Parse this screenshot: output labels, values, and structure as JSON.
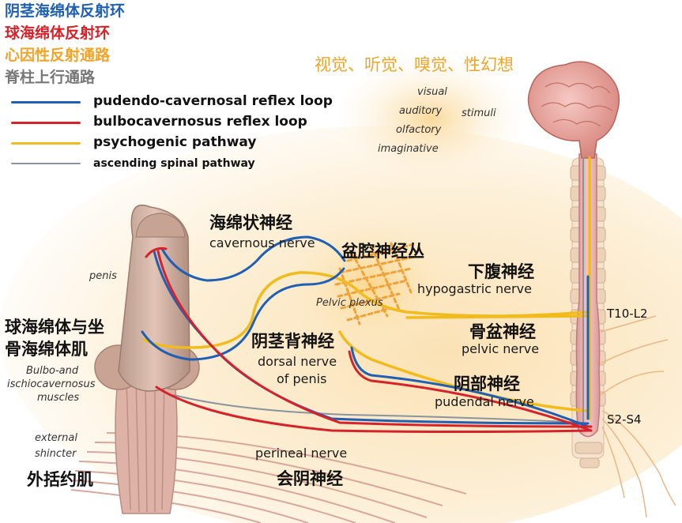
{
  "legend_zh": {
    "pudendo": "阴茎海绵体反射环",
    "bulbo": "球海绵体反射环",
    "psycho": "心因性反射通路",
    "ascending": "脊柱上行通路"
  },
  "legend_en": {
    "pudendo": "pudendo-cavernosal reflex loop",
    "bulbo": "bulbocavernosus reflex loop",
    "psycho": "psychogenic pathway",
    "ascending": "ascending spinal pathway"
  },
  "stimuli": {
    "zh": "视觉、听觉、嗅觉、性幻想",
    "visual": "visual",
    "auditory": "auditory",
    "olfactory": "olfactory",
    "imaginative": "imaginative",
    "stimuli": "stimuli"
  },
  "labels": {
    "cavernous_zh": "海绵状神经",
    "cavernous_en": "cavernous nerve",
    "pelvic_plexus_zh": "盆腔神经丛",
    "pelvic_plexus_en": "Pelvic plexus",
    "hypogastric_zh": "下腹神经",
    "hypogastric_en": "hypogastric nerve",
    "pelvic_nerve_zh": "骨盆神经",
    "pelvic_nerve_en": "pelvic nerve",
    "dorsal_zh": "阴茎背神经",
    "dorsal_en_1": "dorsal nerve",
    "dorsal_en_2": "of penis",
    "pudendal_zh": "阴部神经",
    "pudendal_en": "pudendal nerve",
    "perineal_en": "perineal nerve",
    "perineal_zh": "会阴神经",
    "penis_en": "penis",
    "muscles_zh_1": "球海绵体与坐",
    "muscles_zh_2": "骨海绵体肌",
    "muscles_en_1": "Bulbo-and",
    "muscles_en_2": "ischiocavernosus",
    "muscles_en_3": "muscles",
    "sphincter_en_1": "external",
    "sphincter_en_2": "shincter",
    "sphincter_zh": "外括约肌",
    "t10": "T10-L2",
    "s2": "S2-S4"
  },
  "colors": {
    "pudendo": "#1f5fb4",
    "bulbo": "#d6232a",
    "psycho": "#f2bb1d",
    "ascending": "#8a949e",
    "zh_blue": "#1f5fb4",
    "zh_red": "#d6232a",
    "zh_orange": "#f0a42a",
    "zh_gray": "#777777"
  }
}
